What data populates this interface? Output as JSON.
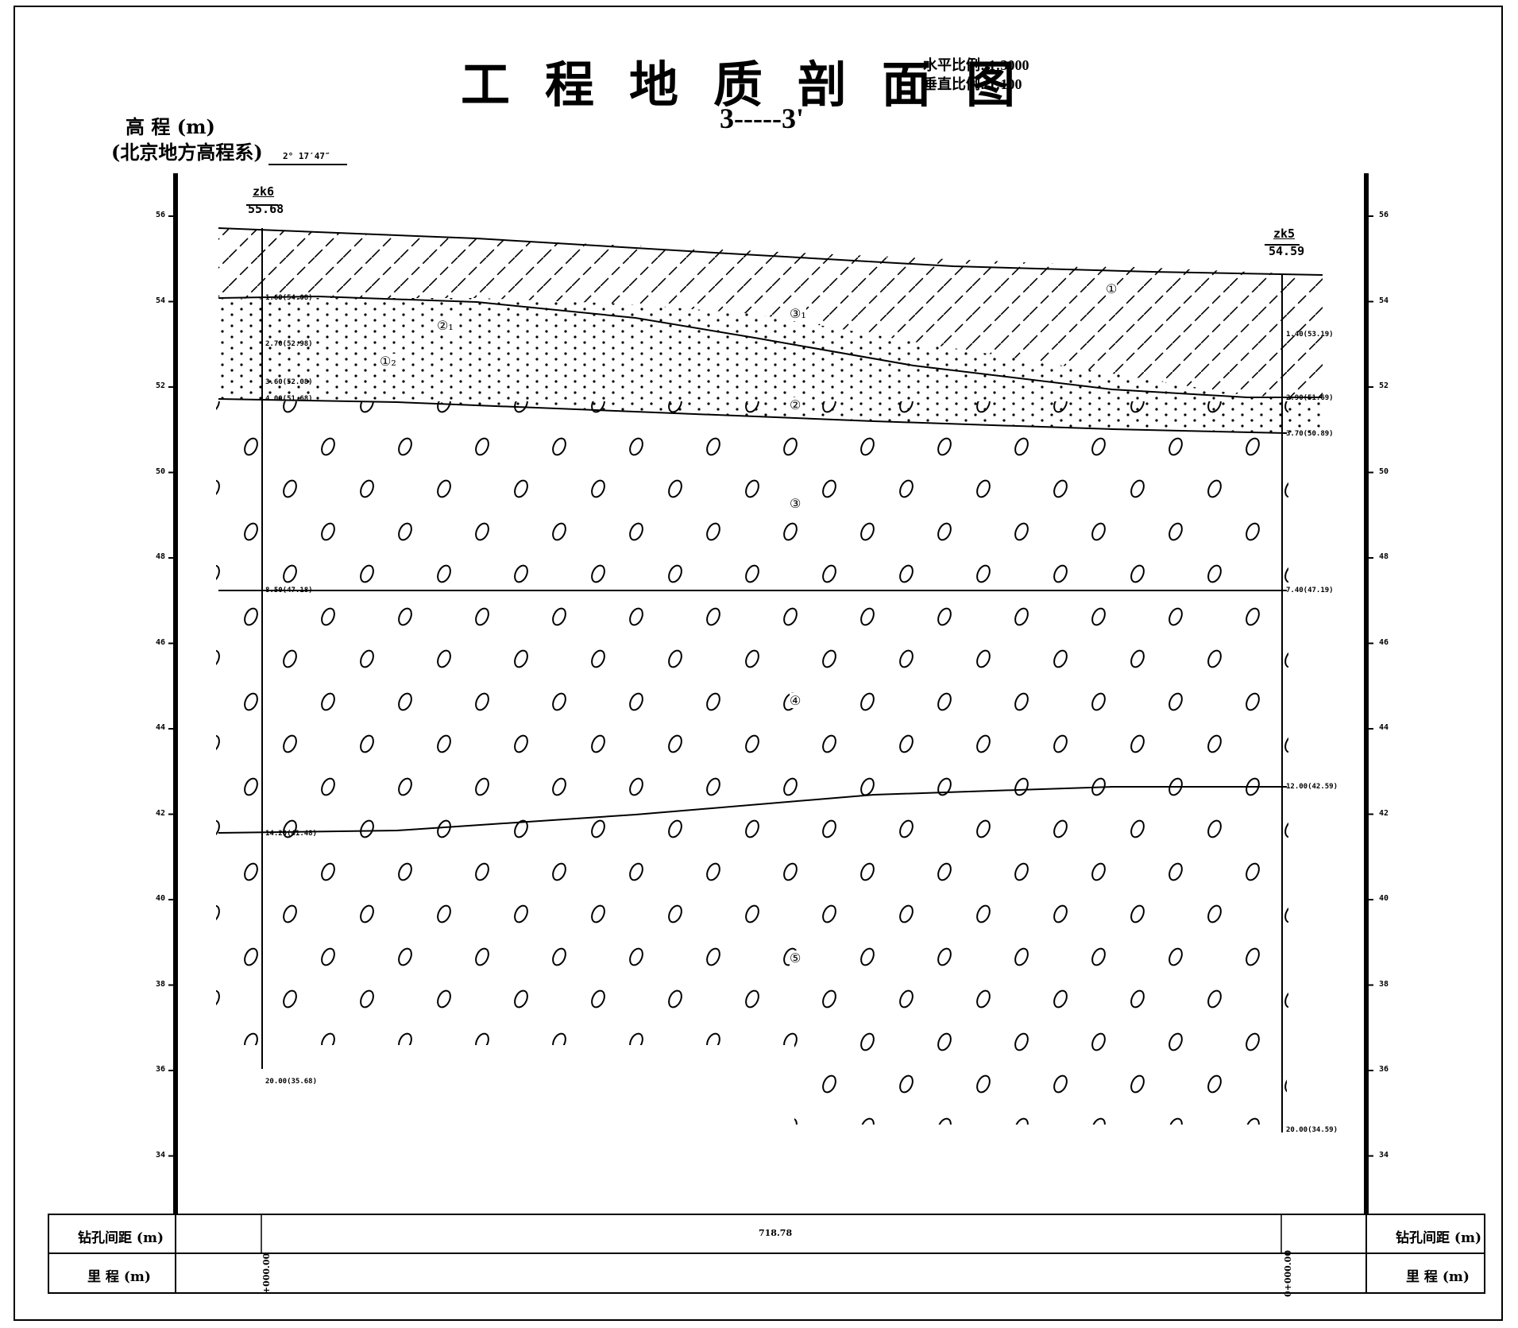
{
  "title": "工程地质剖面图",
  "scale_h": "水平比例: 1:3000",
  "scale_v": "垂直比例: 1:100",
  "section": "3-----3'",
  "ylabel_1": "高 程 (m)",
  "ylabel_2": "(北京地方高程系)",
  "bearing": "2° 17′47″",
  "y_ticks": [
    "56",
    "54",
    "52",
    "50",
    "48",
    "46",
    "44",
    "42",
    "40",
    "38",
    "36",
    "34"
  ],
  "boreholes": [
    {
      "id": "zk6",
      "elev": "55.68"
    },
    {
      "id": "zk5",
      "elev": "54.59"
    }
  ],
  "left_depth_labels": [
    "1.60(54.08)",
    "2.70(52.98)",
    "3.60(52.08)",
    "4.00(51.68)",
    "8.50(47.18)",
    "14.20(41.48)",
    "20.00(35.68)"
  ],
  "right_depth_labels": [
    "1.40(53.19)",
    "2.90(51.69)",
    "3.70(50.89)",
    "7.40(47.19)",
    "12.00(42.59)",
    "20.00(34.59)"
  ],
  "layer_labels": [
    "①",
    "②₁",
    "①₂",
    "③₁",
    "②",
    "③",
    "④",
    "⑤"
  ],
  "table": {
    "row1_label": "钻孔间距 (m)",
    "row2_label": "里 程 (m)",
    "distance": "718.78",
    "mileage_left": "+000.00",
    "mileage_right": "0+000.00"
  }
}
